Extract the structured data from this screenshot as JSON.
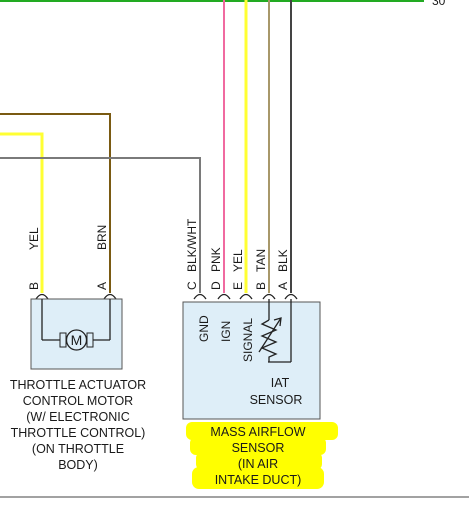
{
  "corner_number": "30",
  "throttle_motor": {
    "pins": [
      {
        "letter": "B",
        "color": "YEL"
      },
      {
        "letter": "A",
        "color": "BRN"
      }
    ],
    "motor_symbol": "M",
    "label_lines": [
      "THROTTLE ACTUATOR",
      "CONTROL MOTOR",
      "(W/ ELECTRONIC",
      "THROTTLE CONTROL)",
      "(ON THROTTLE",
      "BODY)"
    ]
  },
  "maf_sensor": {
    "pins": [
      {
        "letter": "C",
        "color": "BLK/WHT"
      },
      {
        "letter": "D",
        "color": "PNK"
      },
      {
        "letter": "E",
        "color": "YEL"
      },
      {
        "letter": "B",
        "color": "TAN"
      },
      {
        "letter": "A",
        "color": "BLK"
      }
    ],
    "internal_labels": [
      "GND",
      "IGN",
      "SIGNAL"
    ],
    "iat_label": [
      "IAT",
      "SENSOR"
    ],
    "label_lines": [
      "MASS AIRFLOW",
      "SENSOR",
      "(IN AIR",
      "INTAKE DUCT)"
    ]
  },
  "colors": {
    "yellow": "#ffff33",
    "brown": "#7a5a12",
    "gray": "#7a7a7a",
    "pink": "#f06aa0",
    "tan": "#a8986a",
    "black_wire": "#444444",
    "green": "#22aa22",
    "component_fill": "#deeef8",
    "highlight": "#ffff00"
  }
}
